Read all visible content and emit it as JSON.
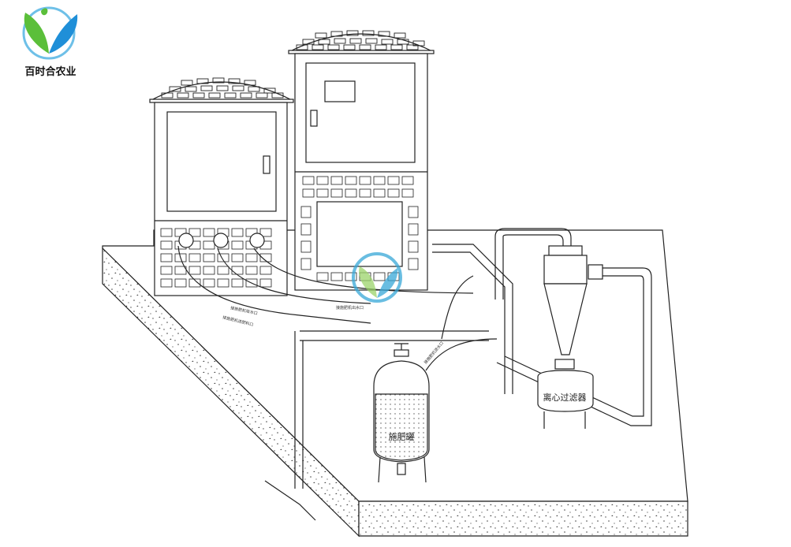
{
  "brand": {
    "name": "百时合农业",
    "logo_colors": {
      "leaf_left": "#5bbf3a",
      "leaf_right": "#1f8fd8",
      "ring": "#6ec0e8"
    }
  },
  "labels": {
    "fertilizer_tank": "施肥罐",
    "centrifugal_filter": "离心过滤器",
    "pipe_note_1": "接施肥机吸水口",
    "pipe_note_2": "接施肥机进肥料口",
    "pipe_note_3": "接施肥机出水口",
    "pipe_note_4": "接施肥机进水口"
  },
  "colors": {
    "line": "#222222",
    "concrete": "#444444",
    "watermark": "#38a8d8"
  }
}
